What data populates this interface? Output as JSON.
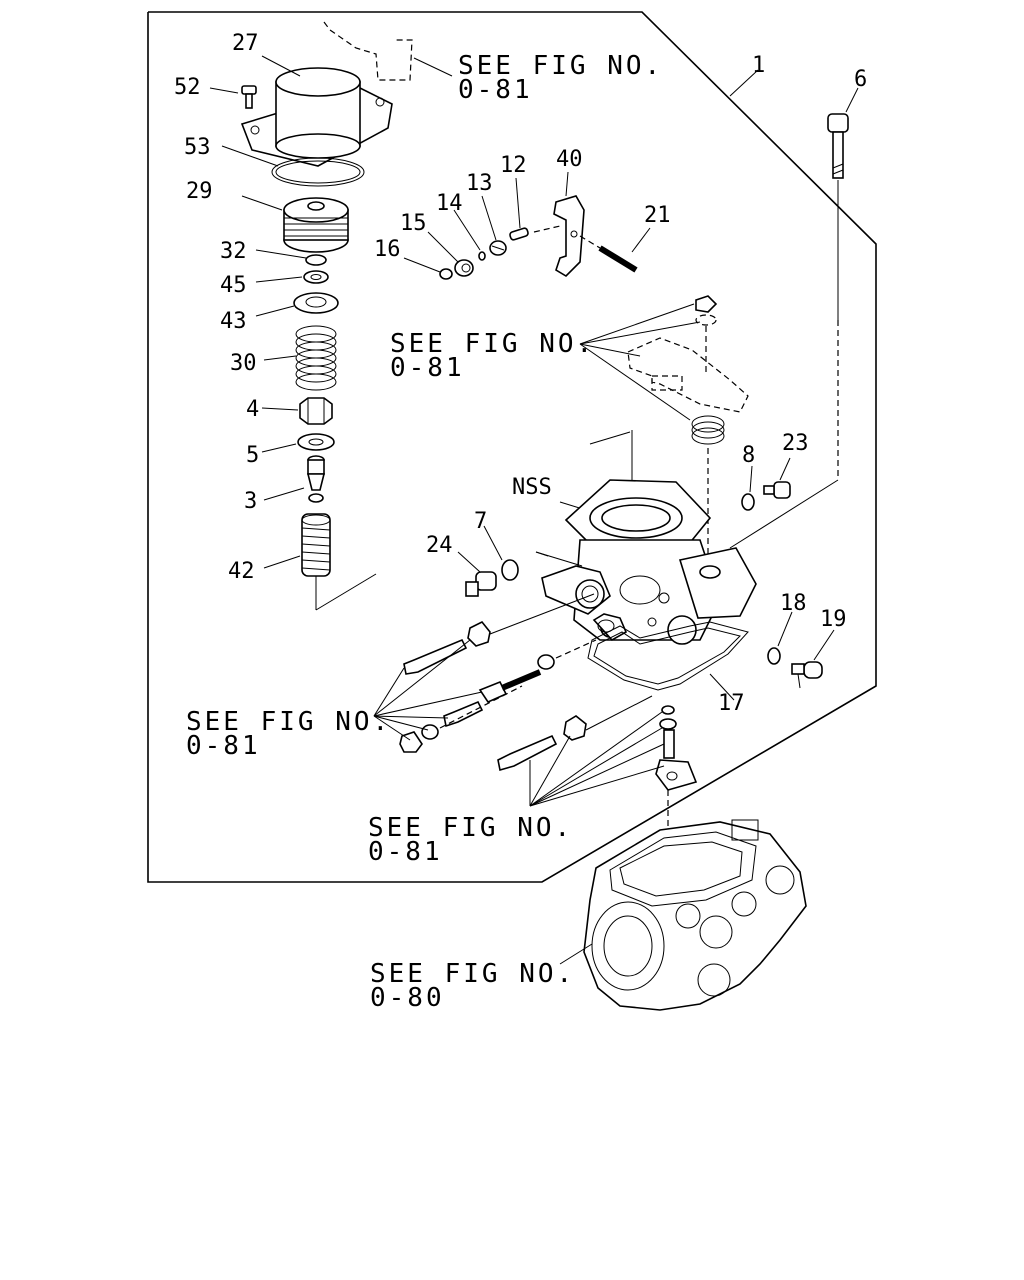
{
  "part_labels": [
    {
      "id": "1",
      "text": "1"
    },
    {
      "id": "6",
      "text": "6"
    },
    {
      "id": "27",
      "text": "27"
    },
    {
      "id": "52",
      "text": "52"
    },
    {
      "id": "53",
      "text": "53"
    },
    {
      "id": "29",
      "text": "29"
    },
    {
      "id": "32",
      "text": "32"
    },
    {
      "id": "45",
      "text": "45"
    },
    {
      "id": "43",
      "text": "43"
    },
    {
      "id": "30",
      "text": "30"
    },
    {
      "id": "4",
      "text": "4"
    },
    {
      "id": "5",
      "text": "5"
    },
    {
      "id": "3",
      "text": "3"
    },
    {
      "id": "42",
      "text": "42"
    },
    {
      "id": "40",
      "text": "40"
    },
    {
      "id": "12",
      "text": "12"
    },
    {
      "id": "13",
      "text": "13"
    },
    {
      "id": "14",
      "text": "14"
    },
    {
      "id": "15",
      "text": "15"
    },
    {
      "id": "16",
      "text": "16"
    },
    {
      "id": "21",
      "text": "21"
    },
    {
      "id": "8",
      "text": "8"
    },
    {
      "id": "23",
      "text": "23"
    },
    {
      "id": "NSS",
      "text": "NSS"
    },
    {
      "id": "7",
      "text": "7"
    },
    {
      "id": "24",
      "text": "24"
    },
    {
      "id": "18",
      "text": "18"
    },
    {
      "id": "19",
      "text": "19"
    },
    {
      "id": "17",
      "text": "17"
    }
  ],
  "references": [
    {
      "line1": "SEE FIG NO.",
      "line2": "0-81"
    },
    {
      "line1": "SEE FIG NO.",
      "line2": "0-81"
    },
    {
      "line1": "SEE FIG NO.",
      "line2": "0-81"
    },
    {
      "line1": "SEE FIG NO.",
      "line2": "0-81"
    },
    {
      "line1": "SEE FIG NO.",
      "line2": "0-80"
    }
  ]
}
